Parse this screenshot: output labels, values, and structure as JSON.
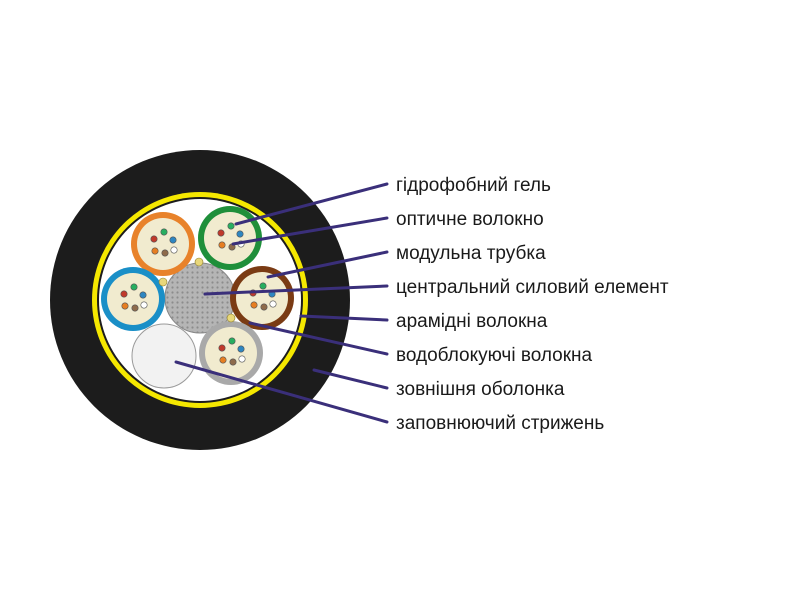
{
  "labels": [
    "гідрофобний гель",
    "оптичне волокно",
    "модульна трубка",
    "центральний силовий елемент",
    "арамідні волокна",
    "водоблокуючі волокна",
    "зовнішня оболонка",
    "заповнюючий стрижень"
  ],
  "colors": {
    "outer_sheath": "#1c1c1c",
    "aramid_ring": "#f5e800",
    "inner_core": "#ffffff",
    "gel": "#f1ebcf",
    "leader_line": "#3a2f7a",
    "tubes": [
      "#e8822a",
      "#1f8f3a",
      "#1a8fc7",
      "#7a3b14",
      "#a9a9a9"
    ],
    "filler": "#f2f2f2",
    "central_member": "#b5b5b5",
    "fibers": [
      "#c0392b",
      "#27ae60",
      "#2e86c1",
      "#e67e22",
      "#8e6b4b",
      "#ffffff"
    ]
  },
  "icons": [
    "fiber-cable-cross-section-icon"
  ]
}
